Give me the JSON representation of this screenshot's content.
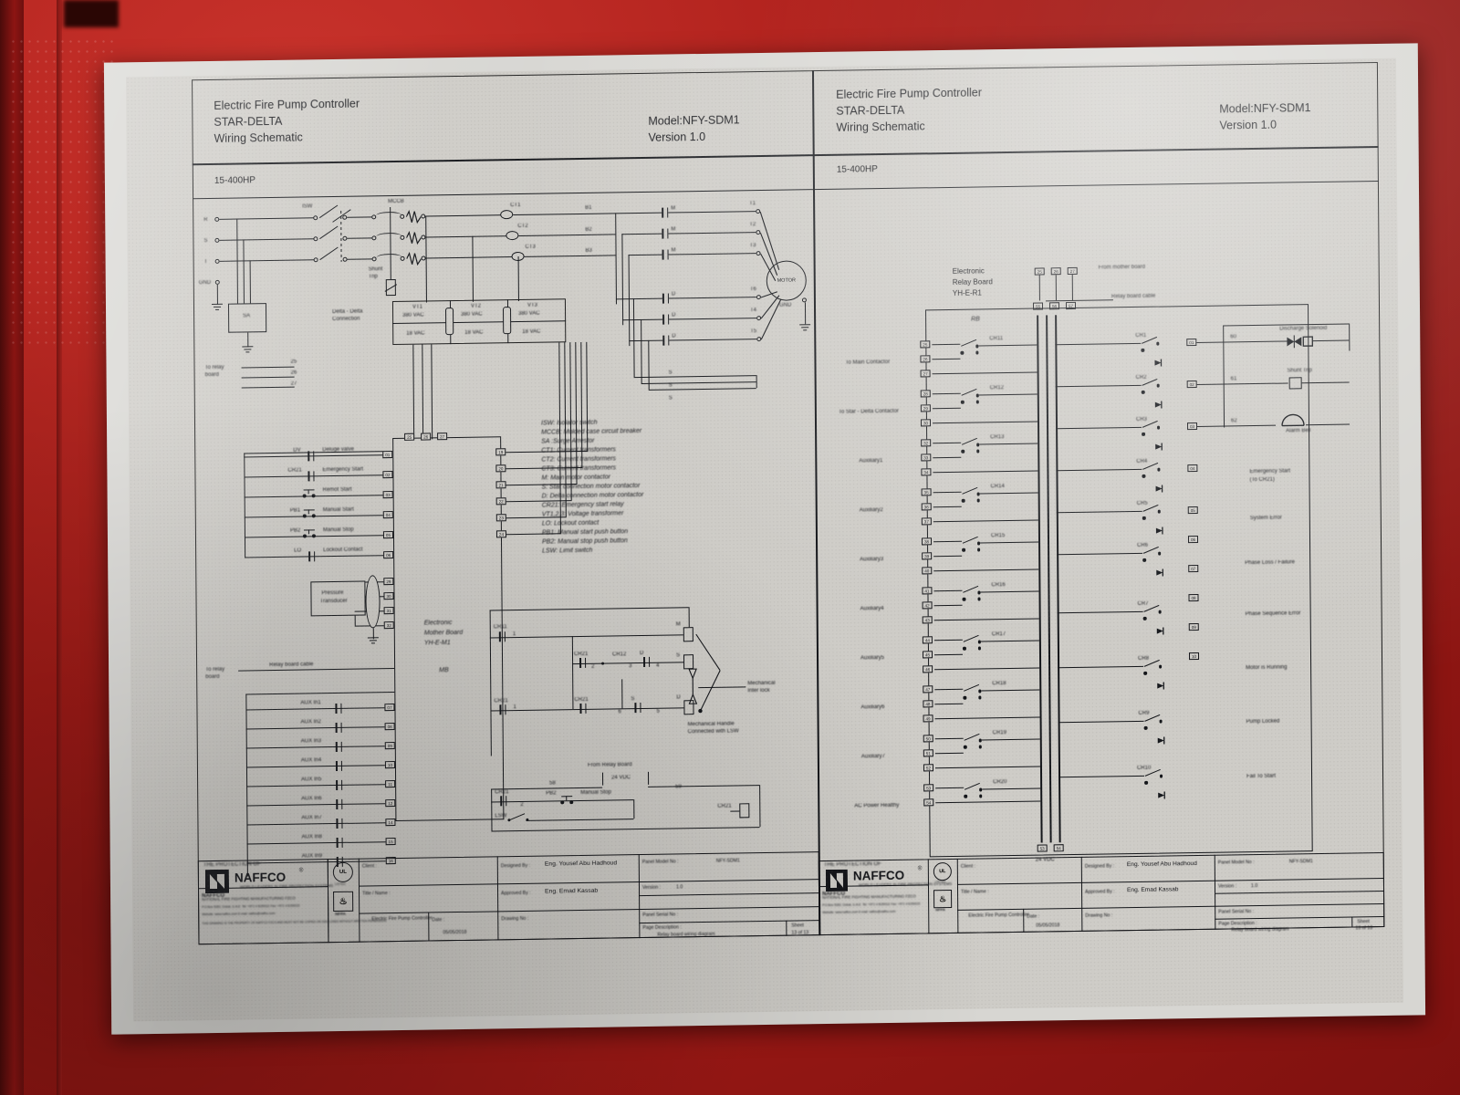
{
  "document": {
    "left_panel": {
      "title_line1": "Electric Fire Pump Controller",
      "title_line2": "STAR-DELTA",
      "title_line3": "Wiring Schematic",
      "model": "Model:NFY-SDM1",
      "version": "Version 1.0",
      "hp_range": "15-400HP"
    },
    "right_panel": {
      "title_line1": "Electric Fire Pump Controller",
      "title_line2": "STAR-DELTA",
      "title_line3": "Wiring Schematic",
      "model": "Model:NFY-SDM1",
      "version": "Version 1.0",
      "hp_range": "15-400HP"
    }
  },
  "power_input": {
    "phases": [
      "R",
      "S",
      "T"
    ],
    "ground": "GND",
    "isolator_label": "ISW",
    "mccb_label": "MCCB",
    "surge_arrestor_label": "SA",
    "shunt_trip_label_line1": "Shunt",
    "shunt_trip_label_line2": "Trip",
    "ct_labels": [
      "CT1",
      "CT2",
      "CT3"
    ],
    "connection_note_line1": "Delta - Delta",
    "connection_note_line2": "Connection"
  },
  "transformers": [
    {
      "name": "VT1",
      "primary": "380 VAC",
      "secondary": "18 VAC"
    },
    {
      "name": "VT2",
      "primary": "380 VAC",
      "secondary": "18 VAC"
    },
    {
      "name": "VT3",
      "primary": "380 VAC",
      "secondary": "18 VAC"
    }
  ],
  "motor": {
    "label": "MOTOR",
    "ground_label": "GND",
    "terminals_upper": [
      "T1",
      "T2",
      "T3"
    ],
    "terminals_lower": [
      "T6",
      "T4",
      "T5"
    ],
    "contactor_main": [
      "M",
      "M",
      "M"
    ],
    "contactor_delta": [
      "D",
      "D",
      "D"
    ],
    "contactor_star": [
      "S",
      "S",
      "S"
    ],
    "bus_labels": [
      "B1",
      "B2",
      "B3"
    ]
  },
  "legend": {
    "entries": [
      "ISW: Isolator switch",
      "MCCB: Molded case circuit breaker",
      "SA :Surge Arrestor",
      "CT1: Current transformers",
      "CT2: Current transformers",
      "CT3: Current transformers",
      "M: Main motor contactor",
      "S: Star connection motor contactor",
      "D: Delta connection motor contactor",
      "CR21: Emergency start relay",
      "VT1,2,3: Voltage transformer",
      "LO: Lockout contact",
      "PB1: Manual start push button",
      "PB2: Manual stop push button",
      "LSW: Limit switch"
    ]
  },
  "mother_board": {
    "name_line1": "Electronic",
    "name_line2": "Mother Board",
    "name_line3": "YH-E-M1",
    "short_name": "MB",
    "to_relay_board_label_line1": "To relay",
    "to_relay_board_label_line2": "board",
    "relay_board_cable_label": "Relay board cable",
    "top_terminals": [
      "25",
      "26",
      "27"
    ],
    "right_terminals": [
      "19",
      "20",
      "21",
      "22",
      "23",
      "24"
    ],
    "left_top_terminals": [
      "25",
      "26",
      "27"
    ],
    "inputs": [
      {
        "device": "DV",
        "label": "Deluge valve",
        "terminal": "01"
      },
      {
        "device": "CR21",
        "label": "Emergency Start",
        "terminal": "02"
      },
      {
        "device": "",
        "label": "Remot Start",
        "terminal": "03"
      },
      {
        "device": "PB1",
        "label": "Manual Start",
        "terminal": "04"
      },
      {
        "device": "PB2",
        "label": "Manual Stop",
        "terminal": "05"
      },
      {
        "device": "LO",
        "label": "Lockout Contact",
        "terminal": "06"
      }
    ],
    "pressure_transducer": {
      "label_line1": "Pressure",
      "label_line2": "Transducer",
      "terminals": [
        "29",
        "30",
        "31",
        "32"
      ]
    },
    "aux_inputs": [
      {
        "label": "AUX In1",
        "terminal": "07"
      },
      {
        "label": "AUX In2",
        "terminal": "08"
      },
      {
        "label": "AUX In3",
        "terminal": "09"
      },
      {
        "label": "AUX In4",
        "terminal": "10"
      },
      {
        "label": "AUX In5",
        "terminal": "11"
      },
      {
        "label": "AUX In6",
        "terminal": "12"
      },
      {
        "label": "AUX In7",
        "terminal": "14"
      },
      {
        "label": "AUX In8",
        "terminal": "15"
      },
      {
        "label": "AUX In9",
        "terminal": "16"
      }
    ]
  },
  "control_circuit": {
    "rungs": [
      {
        "contact": "CR11",
        "num": "1"
      },
      {
        "contact": "CR21",
        "num": "1"
      }
    ],
    "series_contacts": [
      "CR21",
      "CR12",
      "D",
      "S"
    ],
    "series_nums": [
      "2",
      "3",
      "4",
      "5",
      "6"
    ],
    "coils": [
      "M",
      "S",
      "D"
    ],
    "interlock_label_line1": "Mechanical",
    "interlock_label_line2": "Inter lock",
    "handle_label_line1": "Mechanical Handle",
    "handle_label_line2": "Connected with LSW",
    "from_relay_board": "From Relay Board",
    "voltage_24vdc": "24 VDC",
    "stop_circuit": {
      "contacts": [
        "CR21",
        "LSW",
        "CR21"
      ],
      "pb": "PB2",
      "pb_label": "Manual Stop",
      "terminals": [
        "58",
        "59"
      ]
    }
  },
  "relay_board": {
    "name_line1": "Electronic",
    "name_line2": "Relay Board",
    "name_line3": "YH-E-R1",
    "short_name": "RB",
    "from_mother_board_label": "From mother board",
    "relay_board_cable_label": "Relay board cable",
    "top_terminals_outer": [
      "25",
      "26",
      "27"
    ],
    "top_terminals_inner": [
      "55",
      "56",
      "57"
    ],
    "bottom_terminals": [
      "53",
      "54"
    ],
    "bottom_label": "24 VDC",
    "left_functions": [
      {
        "label": "To Main Contactor",
        "terminals": [
          "25",
          "26",
          "27"
        ],
        "relay": "CR11"
      },
      {
        "label": "To Star - Delta Contactor",
        "terminals": [
          "28",
          "29",
          "30"
        ],
        "relay": "CR12"
      },
      {
        "label": "Auxiliary1",
        "terminals": [
          "32",
          "33",
          "34"
        ],
        "relay": "CR13"
      },
      {
        "label": "Auxiliary2",
        "terminals": [
          "35",
          "36",
          "37"
        ],
        "relay": "CR14"
      },
      {
        "label": "Auxiliary3",
        "terminals": [
          "38",
          "39",
          "40"
        ],
        "relay": "CR15"
      },
      {
        "label": "Auxiliary4",
        "terminals": [
          "41",
          "42",
          "43"
        ],
        "relay": "CR16"
      },
      {
        "label": "Auxiliary5",
        "terminals": [
          "44",
          "45",
          "46"
        ],
        "relay": "CR17"
      },
      {
        "label": "Auxiliary6",
        "terminals": [
          "47",
          "48",
          "49"
        ],
        "relay": "CR18"
      },
      {
        "label": "Auxiliary7",
        "terminals": [
          "50",
          "51",
          "52"
        ],
        "relay": "CR19"
      },
      {
        "label": "AC Power Healthy",
        "terminals": [
          "53",
          "54"
        ],
        "relay": "CR20"
      }
    ],
    "right_outputs": [
      {
        "relay": "CR1",
        "terminal_in": "01",
        "terminal_out": "60",
        "label": "Discharge Solenoid",
        "device": "solenoid"
      },
      {
        "relay": "CR2",
        "terminal_in": "02",
        "terminal_out": "61",
        "label": "Shunt Trip",
        "device": "coil"
      },
      {
        "relay": "CR3",
        "terminal_in": "03",
        "terminal_out": "62",
        "label": "Alarm Bell",
        "device": "bell"
      },
      {
        "relay": "CR4",
        "terminal_in": "04",
        "terminal_out": "",
        "label": "Emergency Start",
        "sublabel": "(To CR21)",
        "device": "none"
      },
      {
        "relay": "CR5",
        "terminal_in": "05",
        "terminal_out": "",
        "label": "System Error",
        "device": "none"
      },
      {
        "relay": "CR6",
        "terminal_in": "06",
        "terminal_out": "",
        "label": "Phase Loss / Failure",
        "device": "none"
      },
      {
        "relay": "CR7",
        "terminal_in": "07",
        "terminal_out": "",
        "label": "Phase Sequence Error",
        "device": "none"
      },
      {
        "relay": "CR8",
        "terminal_in": "08",
        "terminal_out": "",
        "label": "Motor is Running",
        "device": "none"
      },
      {
        "relay": "CR9",
        "terminal_in": "09",
        "terminal_out": "",
        "label": "Pump Locked",
        "device": "none"
      },
      {
        "relay": "CR10",
        "terminal_in": "10",
        "terminal_out": "",
        "label": "Fail To Start",
        "device": "none"
      }
    ]
  },
  "title_block": {
    "brand": "NAFFCO",
    "brand_registered": "®",
    "brand_tagline": "WORLD LEADERS IN FIRE PROTECTION SYSTEMS",
    "company_line1": "NATIONAL FIRE FIGHTING MANUFACTURING FZCO",
    "company_line2": "P.O.Box 5352, Dubai, U.A.E.  Tel: +971 4 8159111  Fax: +971 4 8159222",
    "company_line3": "Website: www.naffco.com   E-mail: naffco@naffco.com",
    "logo_caption": "THE PROTECTION OF",
    "cert_ul": "UL",
    "cert_ul_sub": "LISTED",
    "cert_nfpa": "NFPA",
    "fields": {
      "client_label": "Client :",
      "client_value": "",
      "title_label": "Title / Name :",
      "title_value": "Electric Fire Pump Controller",
      "designed_by_label": "Designed By :",
      "designed_by_value": "Eng. Yousef Abu Hadhoud",
      "approved_by_label": "Approved By :",
      "approved_by_value": "Eng. Emad Kassab",
      "drawing_no_label": "Drawing No :",
      "drawing_no_value": "",
      "date_label": "Date :",
      "date_value": "05/05/2018",
      "panel_model_label": "Panel Model No :",
      "panel_model_value": "NFY-SDM1",
      "version_label": "Version :",
      "version_value": "1.0",
      "panel_serial_label": "Panel Serial No :",
      "panel_serial_value": "",
      "page_desc_label": "Page Description :",
      "page_desc_value": "Relay board wiring diagram",
      "sheet_label": "Sheet",
      "sheet_value": "13 of 13"
    }
  },
  "colors": {
    "cabinet_red": "#b3201c",
    "paper_gray": "#ceccc7",
    "ink": "#15161a"
  }
}
